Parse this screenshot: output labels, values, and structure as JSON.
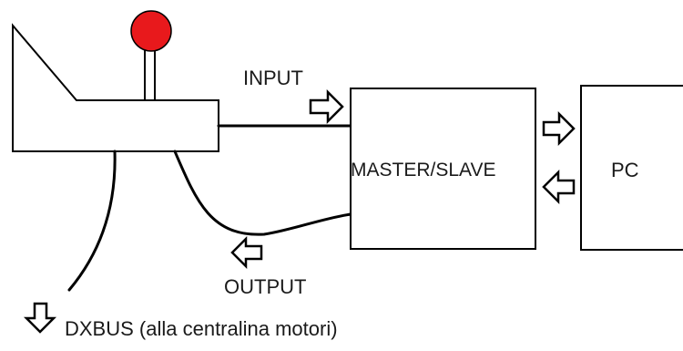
{
  "labels": {
    "input": "INPUT",
    "output": "OUTPUT",
    "master_slave": "MASTER/SLAVE",
    "pc": "PC",
    "dxbus": "DXBUS (alla centralina motori)"
  },
  "colors": {
    "stroke": "#000000",
    "knob": "#e8191c",
    "background": "#ffffff"
  },
  "icons": {
    "joystick": "joystick-controller",
    "arrows": "hollow-block-arrow"
  }
}
